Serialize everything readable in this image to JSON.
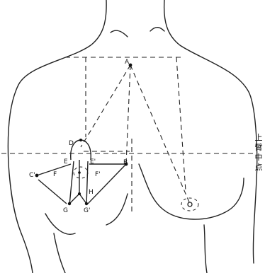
{
  "side_label": [
    "上",
    "臂",
    "中",
    "点"
  ],
  "points": {
    "A": "A",
    "B": "B",
    "C_prime": "C'",
    "D": "D",
    "E": "E",
    "E_prime": "E'",
    "F": "F",
    "F_prime": "F'",
    "G": "G",
    "G_prime": "G'",
    "H": "H"
  }
}
